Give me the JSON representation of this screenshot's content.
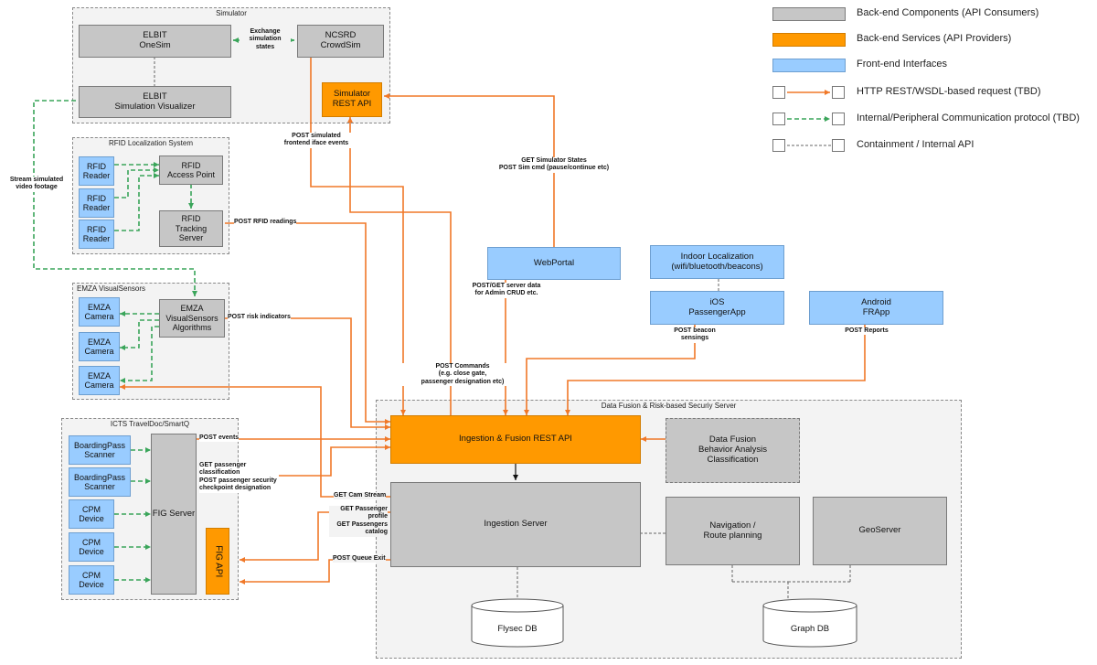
{
  "groups": {
    "simulator": "Simulator",
    "rfid": "RFID Localization System",
    "emza": "EMZA VisualSensors",
    "icts": "ICTS TravelDoc/SmartQ",
    "fusion": "Data Fusion & Risk-based Securiy Server"
  },
  "boxes": {
    "onesim": "ELBIT\nOneSim",
    "crowdsim": "NCSRD\nCrowdSim",
    "sim_visualizer": "ELBIT\nSimulation Visualizer",
    "sim_rest_api": "Simulator\nREST API",
    "rfid_reader_1": "RFID\nReader",
    "rfid_reader_2": "RFID\nReader",
    "rfid_reader_3": "RFID\nReader",
    "rfid_access_point": "RFID\nAccess Point",
    "rfid_tracking_server": "RFID\nTracking\nServer",
    "emza_camera_1": "EMZA\nCamera",
    "emza_camera_2": "EMZA\nCamera",
    "emza_camera_3": "EMZA\nCamera",
    "emza_algorithms": "EMZA\nVisualSensors\nAlgorithms",
    "bp_scanner_1": "BoardingPass\nScanner",
    "bp_scanner_2": "BoardingPass\nScanner",
    "cpm_device_1": "CPM\nDevice",
    "cpm_device_2": "CPM\nDevice",
    "cpm_device_3": "CPM\nDevice",
    "fig_server": "FIG Server",
    "fig_api": "FIG API",
    "webportal": "WebPortal",
    "indoor_localization": "Indoor Localization\n(wifi/bluetooth/beacons)",
    "ios_app": "iOS\nPassengerApp",
    "android_app": "Android\nFRApp",
    "ingestion_fusion_api": "Ingestion & Fusion REST API",
    "data_fusion": "Data Fusion\nBehavior Analysis\nClassification",
    "ingestion_server": "Ingestion Server",
    "navigation": "Navigation /\nRoute planning",
    "geoserver": "GeoServer",
    "flysec_db": "Flysec DB",
    "graph_db": "Graph DB"
  },
  "labels": {
    "exchange_states": "Exchange\nsimulation\nstates",
    "stream_video": "Stream simulated\nvideo footage",
    "post_simulated_events": "POST simulated\nfrontend iface events",
    "get_sim_states": "GET Simulator States\nPOST Sim cmd (pause/continue etc)",
    "post_rfid": "POST RFID readings",
    "post_risk": "POST risk indicators",
    "post_get_server_data": "POST/GET server data\nfor Admin CRUD etc.",
    "post_beacon": "POST beacon\nsensings",
    "post_reports": "POST Reports",
    "post_commands": "POST Commands\n(e.g. close gate,\npassenger designation etc)",
    "post_events": "POST events",
    "get_passenger_classification": "GET passenger\nclassification\nPOST passenger security\ncheckpoint designation",
    "get_cam_stream": "GET Cam Stream",
    "get_passenger_profile": "GET Passenger\nprofile\nGET Passengers\ncatalog",
    "post_queue_exit": "POST Queue Exit"
  },
  "legend": [
    {
      "text": "Back-end Components (API Consumers)",
      "kind": "gray"
    },
    {
      "text": "Back-end Services (API Providers)",
      "kind": "orange"
    },
    {
      "text": "Front-end Interfaces",
      "kind": "blue"
    },
    {
      "text": "HTTP REST/WSDL-based request (TBD)",
      "kind": "http"
    },
    {
      "text": "Internal/Peripheral Communication protocol (TBD)",
      "kind": "internal"
    },
    {
      "text": "Containment / Internal API",
      "kind": "containment"
    }
  ],
  "colors": {
    "gray": "#c6c6c6",
    "orange": "#ff9900",
    "blue": "#99ccff",
    "http_arrow": "#f07828",
    "internal_arrow": "#3aa55a",
    "containment_line": "#666666"
  }
}
